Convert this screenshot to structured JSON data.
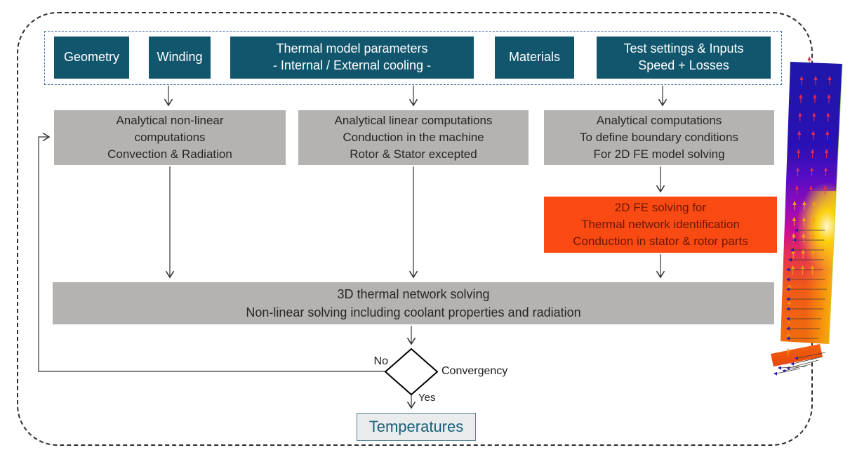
{
  "colors": {
    "input_box_bg": "#11566d",
    "input_box_text": "#ffffff",
    "process_box_bg": "#b4b3b2",
    "process_box_text": "#2b2422",
    "fe_box_bg": "#fa4a13",
    "fe_box_text": "#6b1803",
    "result_box_bg": "#e9ebec",
    "result_box_border": "#55808f",
    "result_box_text": "#19607a",
    "inputs_frame_border": "#4878a8",
    "outer_frame_border": "#2e2e2e",
    "arrow_stroke": "#333333"
  },
  "inputs": {
    "geometry": "Geometry",
    "winding": "Winding",
    "thermal_params": {
      "line1": "Thermal model parameters",
      "line2": "- Internal / External cooling -"
    },
    "materials": "Materials",
    "test_settings": {
      "line1": "Test settings & Inputs",
      "line2": "Speed + Losses"
    }
  },
  "process": {
    "nonlinear": {
      "lines": [
        "Analytical non-linear",
        "computations",
        "Convection & Radiation"
      ]
    },
    "linear": {
      "lines": [
        "Analytical linear computations",
        "Conduction in the machine",
        "Rotor & Stator excepted"
      ]
    },
    "boundary": {
      "lines": [
        "Analytical computations",
        "To define boundary conditions",
        "For 2D FE model solving"
      ]
    },
    "fe_solving": {
      "lines": [
        "2D FE solving for",
        "Thermal network identification",
        "Conduction in stator & rotor parts"
      ]
    },
    "network": {
      "lines": [
        "3D thermal network solving",
        "Non-linear solving including coolant properties and radiation"
      ]
    }
  },
  "decision": {
    "condition": "Convergency",
    "no": "No",
    "yes": "Yes"
  },
  "result": {
    "label": "Temperatures"
  }
}
